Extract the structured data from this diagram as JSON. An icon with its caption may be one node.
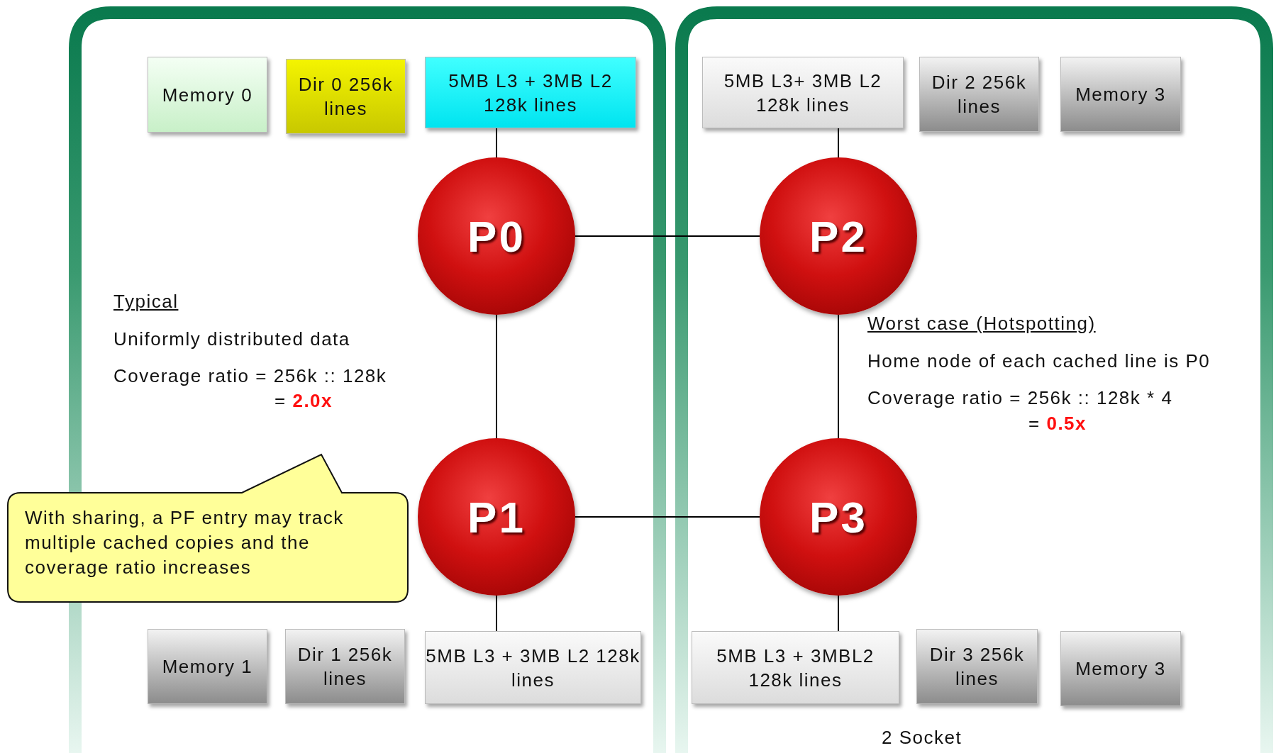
{
  "diagram": {
    "nodes": [
      {
        "text": [
          "Memory 0"
        ]
      },
      {
        "text": [
          "Dir 0 256k lines"
        ]
      },
      {
        "text": [
          "5MB L3 + 3MB L2 128k lines"
        ]
      },
      {
        "text": [
          "5MB L3+ 3MB L2 128k lines"
        ]
      },
      {
        "text": [
          "Dir 2 256k lines"
        ]
      },
      {
        "text": [
          "Memory 3"
        ]
      },
      {
        "text": [
          "P0"
        ]
      },
      {
        "text": [
          "P2"
        ]
      },
      {
        "text": [
          "P1"
        ]
      },
      {
        "text": [
          "P3"
        ]
      },
      {
        "text": [
          "Memory 1"
        ]
      },
      {
        "text": [
          "Dir 1 256k lines"
        ]
      },
      {
        "text": [
          "5MB L3 + 3MB L2 128k lines"
        ]
      },
      {
        "text": [
          "5MB L3 + 3MBL2 128k lines"
        ]
      },
      {
        "text": [
          "Dir 3 256k lines"
        ]
      },
      {
        "text": [
          "Memory 3"
        ]
      },
      {
        "text": [
          "With sharing, a PF entry may track multiple cached copies and the coverage ratio increases"
        ]
      }
    ],
    "edges": [
      {
        "from": 2,
        "to": 6,
        "arrow": "none"
      },
      {
        "from": 3,
        "to": 7,
        "arrow": "none"
      },
      {
        "from": 6,
        "to": 7,
        "arrow": "none"
      },
      {
        "from": 6,
        "to": 8,
        "arrow": "none"
      },
      {
        "from": 7,
        "to": 9,
        "arrow": "none"
      },
      {
        "from": 8,
        "to": 9,
        "arrow": "none"
      },
      {
        "from": 8,
        "to": 12,
        "arrow": "none"
      },
      {
        "from": 9,
        "to": 13,
        "arrow": "none"
      }
    ],
    "labels": [
      "Typical",
      "Uniformly distributed data",
      "Coverage ratio = 256k :: 128k",
      "= **2.0x**",
      "Worst case (Hotspotting)",
      "Home node of each cached line is P0",
      "Coverage ratio = 256k :: 128k * 4",
      "= **0.5x**",
      "2 Socket"
    ]
  }
}
